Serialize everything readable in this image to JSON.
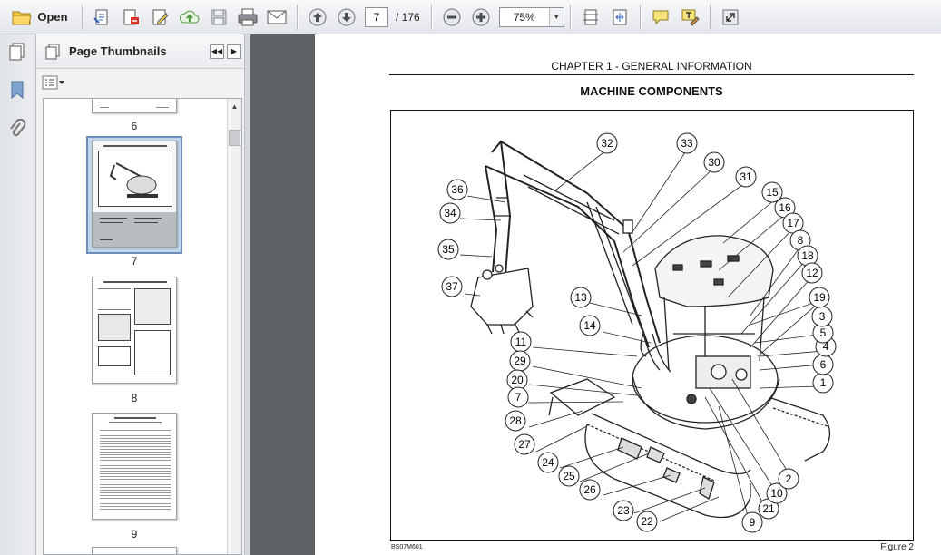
{
  "toolbar": {
    "open_label": "Open",
    "current_page": "7",
    "page_total": "/ 176",
    "zoom": "75%",
    "icons": [
      "open-folder-icon",
      "create-pdf-icon",
      "export-pdf-icon",
      "edit-pdf-icon",
      "upload-cloud-icon",
      "save-icon",
      "print-icon",
      "email-icon",
      "previous-page-icon",
      "next-page-icon",
      "zoom-out-icon",
      "zoom-in-icon",
      "fit-page-icon",
      "fit-width-icon",
      "comment-icon",
      "highlight-icon",
      "fullscreen-icon"
    ]
  },
  "sidebar": {
    "title": "Page Thumbnails",
    "thumbnails": [
      {
        "label": "6"
      },
      {
        "label": "7",
        "selected": true
      },
      {
        "label": "8"
      },
      {
        "label": "9"
      }
    ]
  },
  "document": {
    "chapter_header": "CHAPTER 1 - GENERAL INFORMATION",
    "section_title": "MACHINE COMPONENTS",
    "figure_code": "BS07M601",
    "figure_caption": "Figure 2",
    "callouts": [
      "32",
      "33",
      "30",
      "31",
      "36",
      "34",
      "35",
      "37",
      "15",
      "16",
      "17",
      "8",
      "18",
      "12",
      "13",
      "14",
      "11",
      "29",
      "20",
      "7",
      "28",
      "27",
      "24",
      "25",
      "26",
      "23",
      "22",
      "9",
      "21",
      "10",
      "2",
      "1",
      "6",
      "4",
      "5",
      "3",
      "19"
    ]
  },
  "colors": {
    "toolbar_bg": "#e3e6ea",
    "workspace_gray": "#5f6265",
    "selection_blue": "#c2d4e8"
  }
}
